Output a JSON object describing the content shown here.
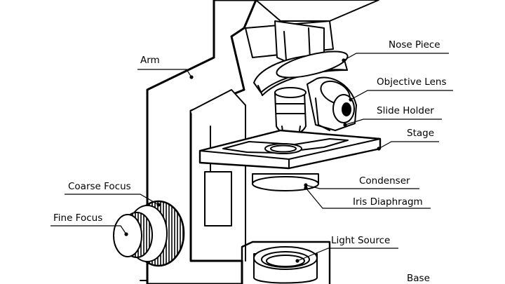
{
  "diagram": {
    "labels": {
      "arm": "Arm",
      "nose_piece": "Nose Piece",
      "objective_lens": "Objective Lens",
      "slide_holder": "Slide Holder",
      "stage": "Stage",
      "coarse_focus": "Coarse Focus",
      "condenser": "Condenser",
      "iris_diaphragm": "Iris Diaphragm",
      "fine_focus": "Fine Focus",
      "light_source": "Light Source",
      "base": "Base"
    },
    "colors": {
      "line": "#000000",
      "fill": "#ffffff",
      "shade": "#e8e8e8"
    }
  }
}
